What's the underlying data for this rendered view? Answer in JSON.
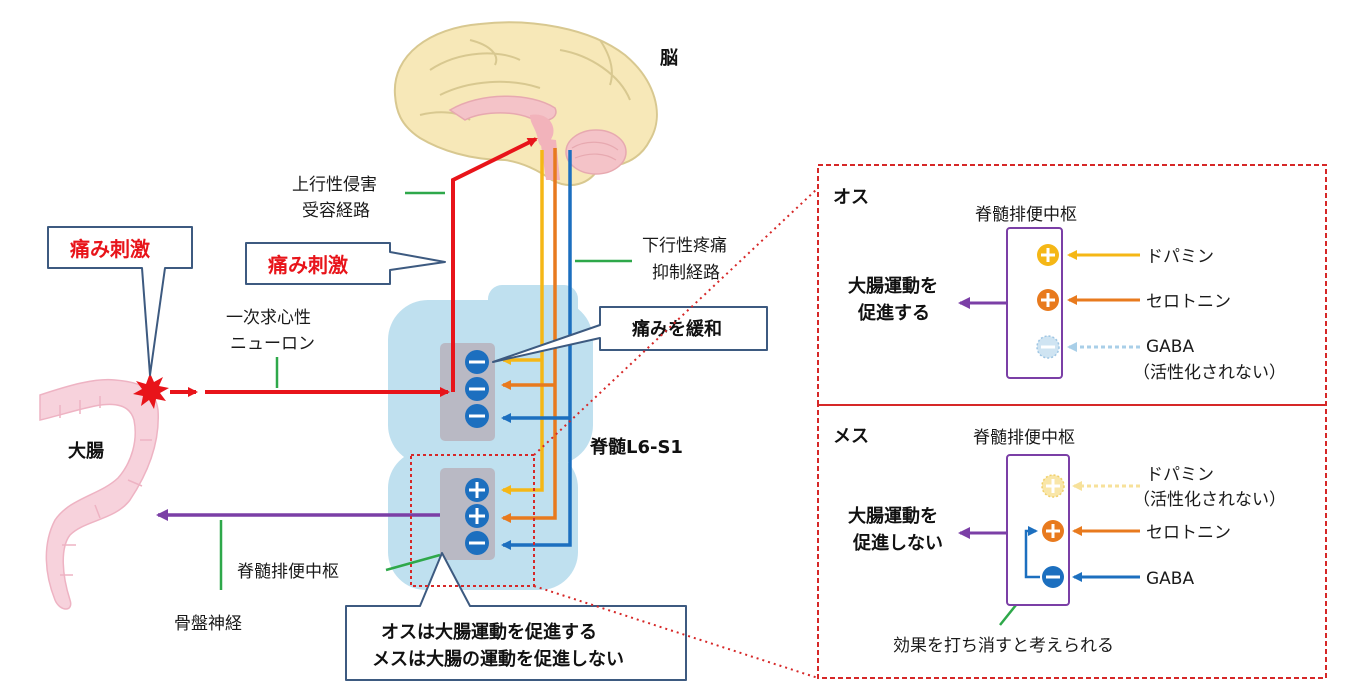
{
  "labels": {
    "brain": "脳",
    "colon": "大腸",
    "spinal_cord": "脊髄L6-S1",
    "ascending_line1": "上行性侵害",
    "ascending_line2": "受容経路",
    "descending_line1": "下行性疼痛",
    "descending_line2": "抑制経路",
    "primary_line1": "一次求心性",
    "primary_line2": "ニューロン",
    "defecation_center": "脊髄排便中枢",
    "pelvic_nerve": "骨盤神経"
  },
  "callouts": {
    "pain_stimulus_1": "痛み刺激",
    "pain_stimulus_2": "痛み刺激",
    "relieve_pain": "痛みを緩和",
    "summary_line1": "オスは大腸運動を促進する",
    "summary_line2": "メスは大腸の運動を促進しない"
  },
  "male_panel": {
    "title": "オス",
    "center": "脊髄排便中枢",
    "effect_line1": "大腸運動を",
    "effect_line2": "促進する",
    "dopamine": "ドパミン",
    "serotonin": "セロトニン",
    "gaba": "GABA",
    "gaba_note": "（活性化されない）"
  },
  "female_panel": {
    "title": "メス",
    "center": "脊髄排便中枢",
    "effect_line1": "大腸運動を",
    "effect_line2": "促進しない",
    "dopamine": "ドパミン",
    "dopamine_note": "（活性化されない）",
    "serotonin": "セロトニン",
    "gaba": "GABA",
    "cancel_note": "効果を打ち消すと考えられる"
  },
  "colors": {
    "red": "#e8141a",
    "yellow": "#f5b716",
    "orange": "#e87a1e",
    "blue": "#1c6fbf",
    "purple": "#7b3fa6",
    "green": "#2ea84a",
    "spine": "#bfe0ef",
    "receptor_box": "#b9b9c4",
    "colon": "#f7d2dc",
    "brain": "#f7e8b8",
    "callout_border": "#3d5a80"
  }
}
